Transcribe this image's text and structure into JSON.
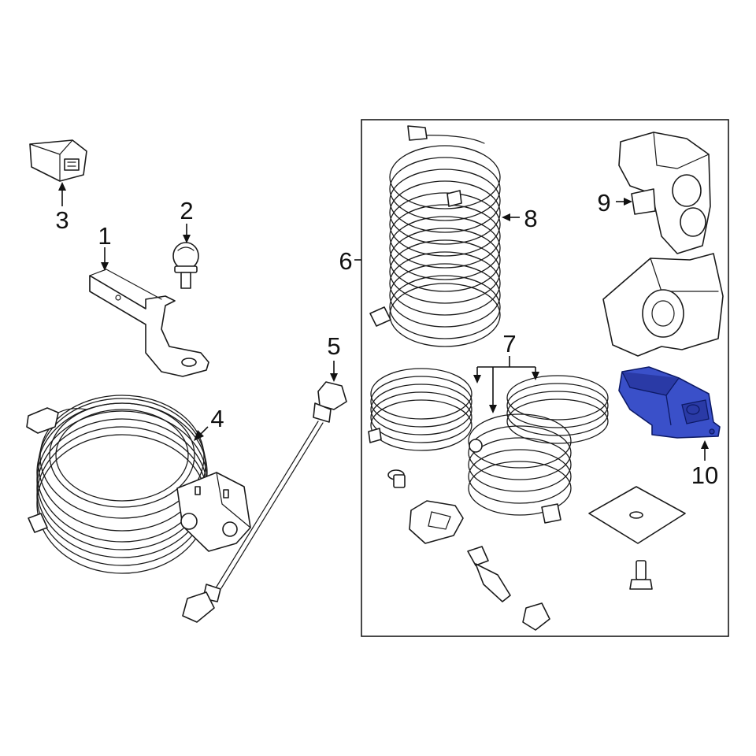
{
  "diagram": {
    "callouts": [
      {
        "id": "c1",
        "label": "1"
      },
      {
        "id": "c2",
        "label": "2"
      },
      {
        "id": "c3",
        "label": "3"
      },
      {
        "id": "c4",
        "label": "4"
      },
      {
        "id": "c5",
        "label": "5"
      },
      {
        "id": "c6",
        "label": "6"
      },
      {
        "id": "c7",
        "label": "7"
      },
      {
        "id": "c8",
        "label": "8"
      },
      {
        "id": "c9",
        "label": "9"
      },
      {
        "id": "c10",
        "label": "10"
      }
    ],
    "highlight_color": "#3a50c9",
    "line_color": "#1a1a1a",
    "highlighted_part": "10"
  }
}
